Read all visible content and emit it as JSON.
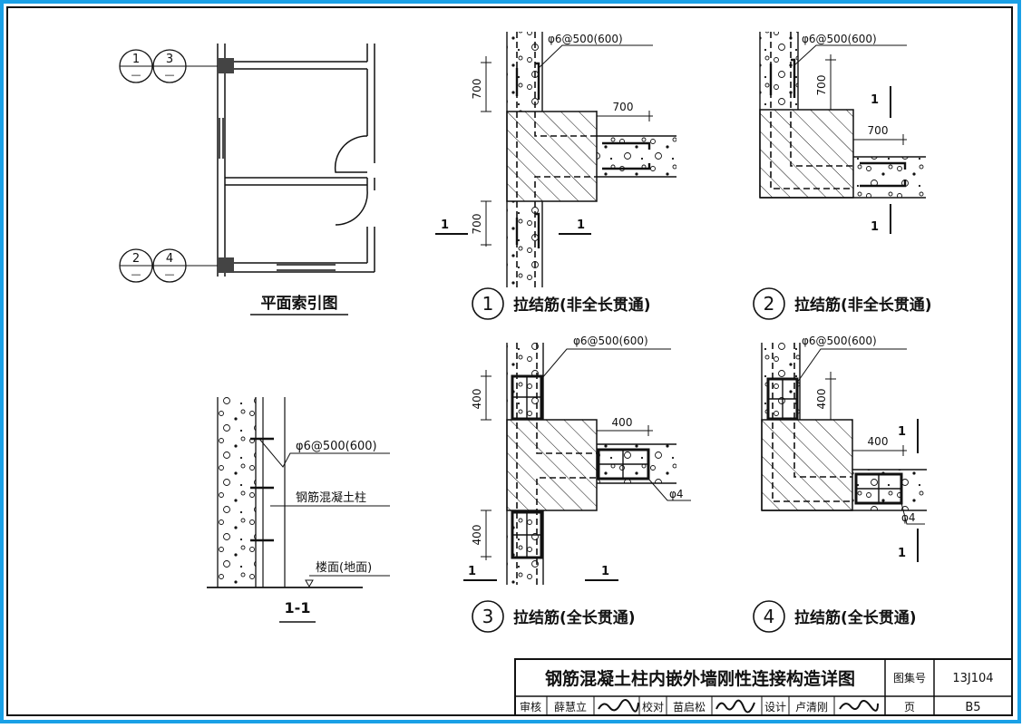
{
  "plan": {
    "caption": "平面索引图",
    "index_marks": [
      {
        "num": "1",
        "sheet": "—"
      },
      {
        "num": "3",
        "sheet": "—"
      },
      {
        "num": "2",
        "sheet": "—"
      },
      {
        "num": "4",
        "sheet": "—"
      }
    ]
  },
  "section": {
    "caption": "1-1",
    "rebar_label": "φ6@500(600)",
    "column_label": "钢筋混凝土柱",
    "floor_label": "楼面(地面)"
  },
  "details": [
    {
      "num": "1",
      "title": "拉结筋(非全长贯通)",
      "rebar": "φ6@500(600)",
      "dim_a": "700",
      "dim_b": "700",
      "dim_c": "700",
      "cut": "1"
    },
    {
      "num": "2",
      "title": "拉结筋(非全长贯通)",
      "rebar": "φ6@500(600)",
      "dim_a": "700",
      "dim_c": "700",
      "cut": "1"
    },
    {
      "num": "3",
      "title": "拉结筋(全长贯通)",
      "rebar": "φ6@500(600)",
      "dim_a": "400",
      "dim_b": "400",
      "dim_c": "400",
      "tie": "φ4",
      "cut": "1"
    },
    {
      "num": "4",
      "title": "拉结筋(全长贯通)",
      "rebar": "φ6@500(600)",
      "dim_a": "400",
      "dim_c": "400",
      "tie": "φ4",
      "cut": "1"
    }
  ],
  "title_block": {
    "title": "钢筋混凝土柱内嵌外墙刚性连接构造详图",
    "atlas_label": "图集号",
    "atlas_no": "13J104",
    "review_label": "审核",
    "reviewer": "薛慧立",
    "check_label": "校对",
    "checker": "苗启松",
    "design_label": "设计",
    "designer": "卢清刚",
    "page_label": "页",
    "page_no": "B5"
  },
  "colors": {
    "frame": "#1aa0e6",
    "ink": "#111111"
  }
}
